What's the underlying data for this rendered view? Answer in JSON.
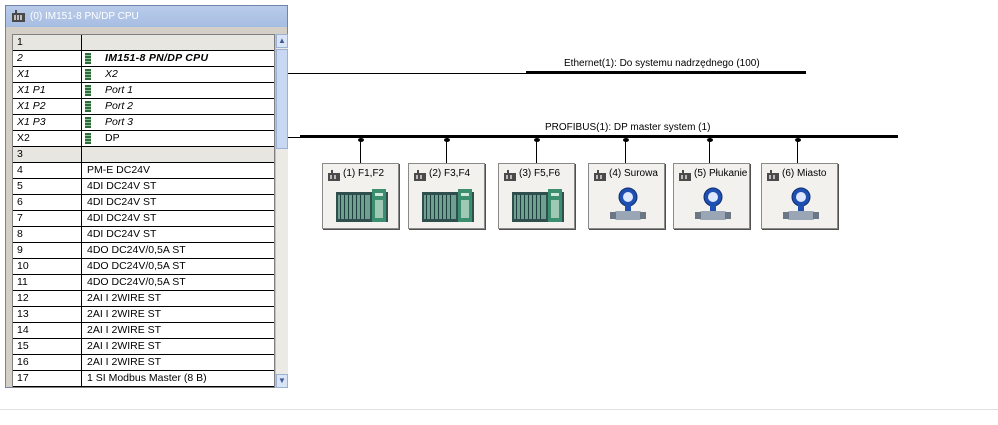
{
  "rack": {
    "title": "(0) IM151-8 PN/DP CPU",
    "rows": [
      {
        "slot": "1",
        "module": ""
      },
      {
        "slot": "2",
        "module": "IM151-8 PN/DP CPU"
      },
      {
        "slot": "X1",
        "module": "X2"
      },
      {
        "slot": "X1 P1",
        "module": "Port 1"
      },
      {
        "slot": "X1 P2",
        "module": "Port 2"
      },
      {
        "slot": "X1 P3",
        "module": "Port 3"
      },
      {
        "slot": "X2",
        "module": "DP"
      },
      {
        "slot": "3",
        "module": ""
      },
      {
        "slot": "4",
        "module": "PM-E DC24V"
      },
      {
        "slot": "5",
        "module": "4DI DC24V ST"
      },
      {
        "slot": "6",
        "module": "4DI DC24V ST"
      },
      {
        "slot": "7",
        "module": "4DI DC24V ST"
      },
      {
        "slot": "8",
        "module": "4DI DC24V ST"
      },
      {
        "slot": "9",
        "module": "4DO DC24V/0,5A ST"
      },
      {
        "slot": "10",
        "module": "4DO DC24V/0,5A ST"
      },
      {
        "slot": "11",
        "module": "4DO DC24V/0,5A ST"
      },
      {
        "slot": "12",
        "module": "2AI I 2WIRE ST"
      },
      {
        "slot": "13",
        "module": "2AI I 2WIRE ST"
      },
      {
        "slot": "14",
        "module": "2AI I 2WIRE ST"
      },
      {
        "slot": "15",
        "module": "2AI I 2WIRE ST"
      },
      {
        "slot": "16",
        "module": "2AI I 2WIRE ST"
      },
      {
        "slot": "17",
        "module": "1 SI Modbus Master (8 B)"
      }
    ]
  },
  "networks": {
    "ethernet": "Ethernet(1): Do systemu nadrzędnego (100)",
    "profibus": "PROFIBUS(1): DP master system (1)"
  },
  "slaves": [
    {
      "label": "(1) F1,F2",
      "kind": "rack"
    },
    {
      "label": "(2) F3,F4",
      "kind": "rack"
    },
    {
      "label": "(3) F5,F6",
      "kind": "rack"
    },
    {
      "label": "(4) Surowa",
      "kind": "meter"
    },
    {
      "label": "(5) Płukanie",
      "kind": "meter"
    },
    {
      "label": "(6) Miasto",
      "kind": "meter"
    }
  ],
  "scrollbar": {
    "up": "▲",
    "down": "▼"
  },
  "colors": {
    "title_bar": "#a6bde2",
    "bus": "#000000",
    "device_green": "#3b8f6f"
  }
}
